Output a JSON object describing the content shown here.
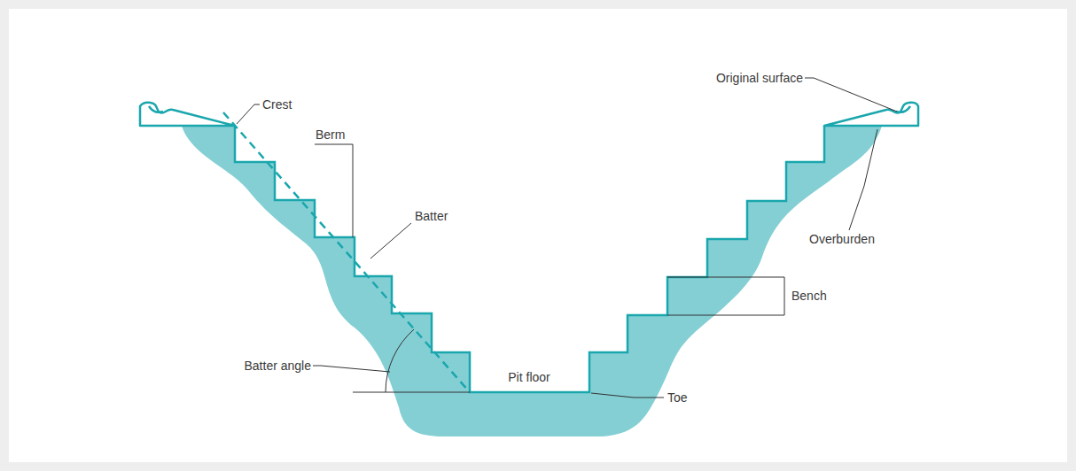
{
  "diagram": {
    "labels": [
      "Crest",
      "Berm",
      "Batter",
      "Batter angle",
      "Pit floor",
      "Toe",
      "Original surface",
      "Overburden",
      "Bench"
    ]
  }
}
